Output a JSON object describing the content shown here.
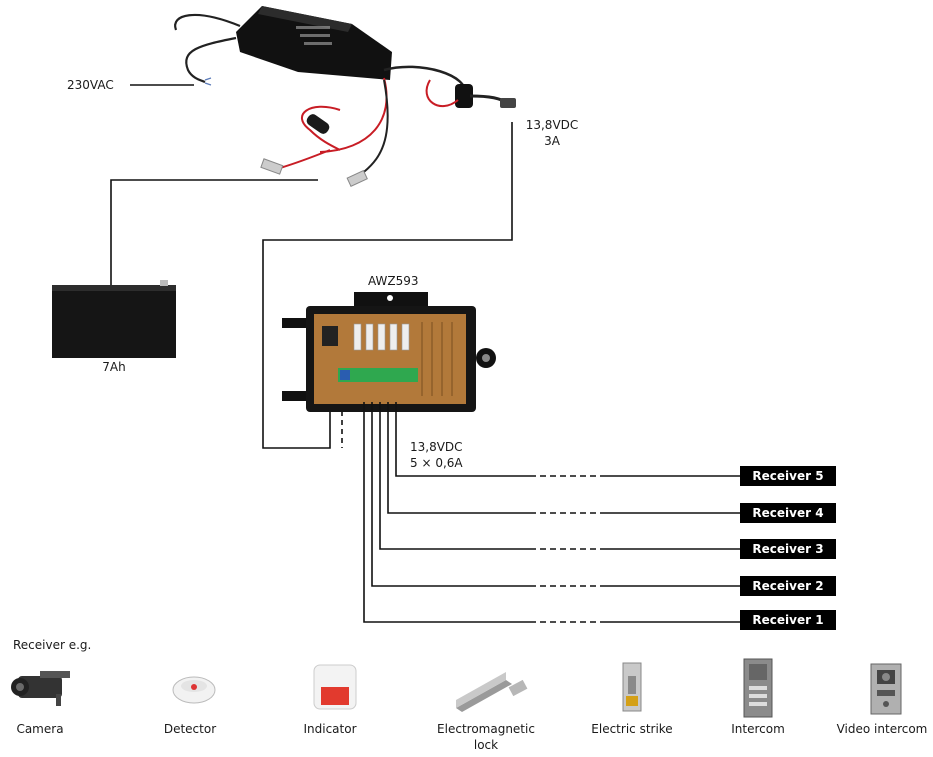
{
  "labels": {
    "mains_voltage": "230VAC",
    "psu_output_voltage": "13,8VDC",
    "psu_output_current": "3A",
    "module_name": "AWZ593",
    "battery_capacity": "7Ah",
    "outputs_voltage": "13,8VDC",
    "outputs_spec": "5 × 0,6A"
  },
  "receivers": [
    {
      "label": "Receiver 5"
    },
    {
      "label": "Receiver 4"
    },
    {
      "label": "Receiver 3"
    },
    {
      "label": "Receiver 2"
    },
    {
      "label": "Receiver 1"
    }
  ],
  "examples": {
    "heading": "Receiver e.g.",
    "devices": [
      {
        "label": "Camera",
        "icon": "camera-icon"
      },
      {
        "label": "Detector",
        "icon": "smoke-detector-icon"
      },
      {
        "label": "Indicator",
        "icon": "siren-indicator-icon"
      },
      {
        "label": "Electromagnetic\nlock",
        "icon": "electromagnetic-lock-icon"
      },
      {
        "label": "Electric strike",
        "icon": "electric-strike-icon"
      },
      {
        "label": "Intercom",
        "icon": "intercom-icon"
      },
      {
        "label": "Video intercom",
        "icon": "video-intercom-icon"
      }
    ]
  }
}
